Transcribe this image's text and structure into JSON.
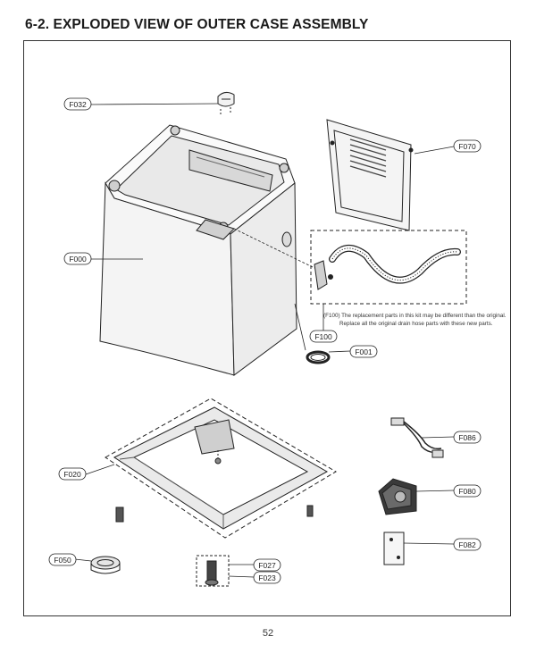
{
  "page": {
    "title": "6-2. EXPLODED VIEW OF OUTER CASE ASSEMBLY",
    "page_number": "52"
  },
  "callouts": {
    "f032": "F032",
    "f000": "F000",
    "f070": "F070",
    "f100": "F100",
    "f001": "F001",
    "f086": "F086",
    "f020": "F020",
    "f080": "F080",
    "f050": "F050",
    "f082": "F082",
    "f027": "F027",
    "f023": "F023"
  },
  "note": {
    "line1": "(F100) The replacement parts in this kit may be different than the original.",
    "line2": "Replace all the original drain hose parts with these new parts."
  }
}
